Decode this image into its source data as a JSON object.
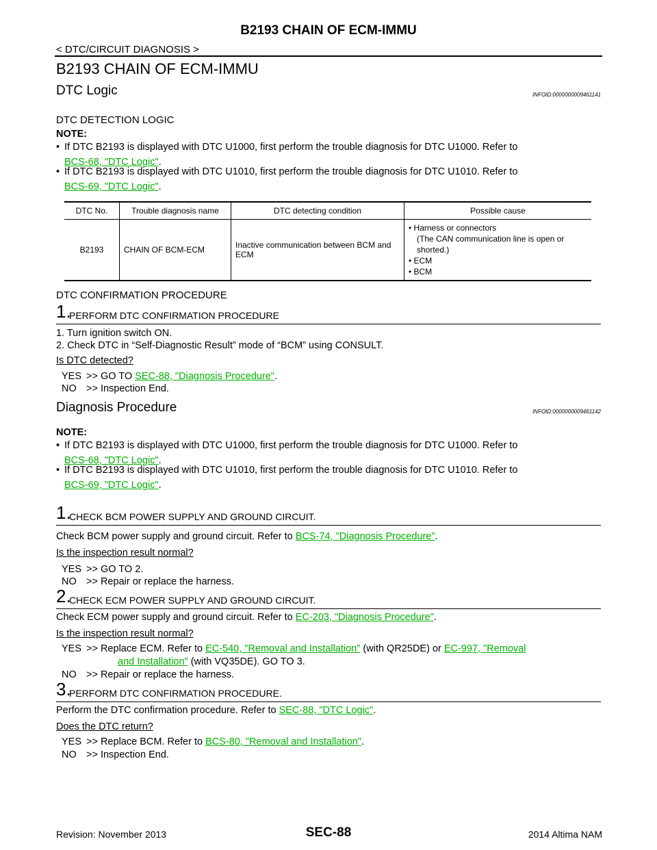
{
  "header": {
    "title": "B2193 CHAIN OF ECM-IMMU",
    "breadcrumb": "< DTC/CIRCUIT DIAGNOSIS >"
  },
  "main_title": "B2193 CHAIN OF ECM-IMMU",
  "dtc_logic": {
    "title": "DTC Logic",
    "infoid": "INFOID:0000000009461141",
    "detection_logic": "DTC DETECTION LOGIC",
    "note_label": "NOTE:",
    "notes": [
      {
        "text": "If DTC B2193 is displayed with DTC U1000, first perform the trouble diagnosis for DTC U1000. Refer to ",
        "link": "BCS-68, \"DTC Logic\""
      },
      {
        "text": "If DTC B2193 is displayed with DTC U1010, first perform the trouble diagnosis for DTC U1010. Refer to ",
        "link": "BCS-69, \"DTC Logic\""
      }
    ],
    "table": {
      "headers": [
        "DTC No.",
        "Trouble diagnosis name",
        "DTC detecting condition",
        "Possible cause"
      ],
      "row": {
        "dtc_no": "B2193",
        "name": "CHAIN OF BCM-ECM",
        "condition": "Inactive communication between BCM and ECM",
        "causes": [
          "Harness or connectors",
          "(The CAN communication line is open or shorted.)",
          "ECM",
          "BCM"
        ]
      }
    },
    "confirmation_title": "DTC CONFIRMATION PROCEDURE",
    "step1": {
      "num": "1.",
      "label": "PERFORM DTC CONFIRMATION PROCEDURE"
    },
    "steps": [
      "1.  Turn ignition switch ON.",
      "2.  Check DTC in “Self-Diagnostic Result” mode of “BCM” using CONSULT."
    ],
    "question": "Is DTC detected?",
    "yes_key": "YES",
    "yes_text": ">> GO TO ",
    "yes_link": "SEC-88, \"Diagnosis Procedure\"",
    "no_key": "NO",
    "no_text": ">> Inspection End."
  },
  "diag": {
    "title": "Diagnosis Procedure",
    "infoid": "INFOID:0000000009461142",
    "note_label": "NOTE:",
    "notes": [
      {
        "text": "If DTC B2193 is displayed with DTC U1000, first perform the trouble diagnosis for DTC U1000. Refer to ",
        "link": "BCS-68, \"DTC Logic\""
      },
      {
        "text": "If DTC B2193 is displayed with DTC U1010, first perform the trouble diagnosis for DTC U1010. Refer to ",
        "link": "BCS-69, \"DTC Logic\""
      }
    ],
    "s1": {
      "num": "1.",
      "label": "CHECK BCM POWER SUPPLY AND GROUND CIRCUIT.",
      "body": "Check BCM power supply and ground circuit. Refer to ",
      "link": "BCS-74, \"Diagnosis Procedure\"",
      "question": "Is the inspection result normal?",
      "yes": ">> GO TO 2.",
      "no": ">> Repair or replace the harness."
    },
    "s2": {
      "num": "2.",
      "label": "CHECK ECM POWER SUPPLY AND GROUND CIRCUIT.",
      "body": "Check ECM power supply and ground circuit. Refer to ",
      "link": "EC-203, \"Diagnosis Procedure\"",
      "question": "Is the inspection result normal?",
      "yes_a": ">> Replace ECM. Refer to ",
      "yes_link1": "EC-540, \"Removal and Installation\"",
      "yes_b": " (with QR25DE) or ",
      "yes_link2a": "EC-997, \"Removal",
      "yes_link2b": "and Installation\"",
      "yes_c": " (with VQ35DE). GO TO 3.",
      "no": ">> Repair or replace the harness."
    },
    "s3": {
      "num": "3.",
      "label": "PERFORM DTC CONFIRMATION PROCEDURE.",
      "body": "Perform the DTC confirmation procedure. Refer to ",
      "link": "SEC-88, \"DTC Logic\"",
      "question": "Does the DTC return?",
      "yes_a": ">> Replace BCM. Refer to ",
      "yes_link": "BCS-80, \"Removal and Installation\"",
      "no": ">> Inspection End."
    }
  },
  "footer": {
    "revision": "Revision: November 2013",
    "page": "SEC-88",
    "model": "2014 Altima NAM"
  }
}
